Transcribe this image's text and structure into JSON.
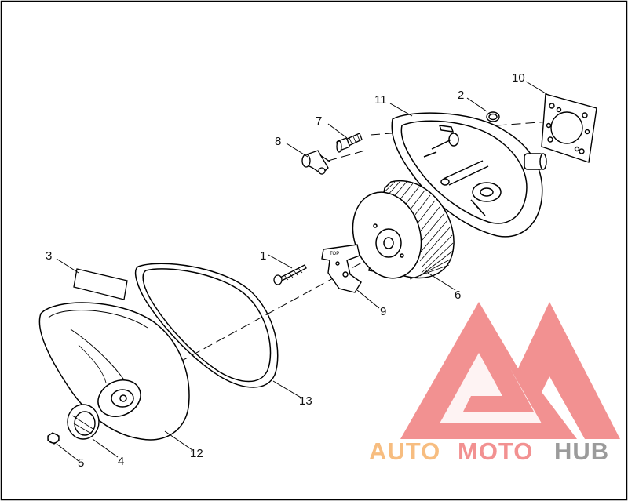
{
  "callouts": {
    "c1": "1",
    "c2": "2",
    "c3": "3",
    "c4": "4",
    "c5": "5",
    "c6": "6",
    "c7": "7",
    "c8": "8",
    "c9": "9",
    "c10": "10",
    "c11": "11",
    "c12": "12",
    "c13": "13"
  },
  "watermark": {
    "part1": "AUTO",
    "part2": "MOTO",
    "part3": "HUB",
    "colors": {
      "orange": "#f6b26b",
      "red": "#f07e7e",
      "gray": "#8a8a8a"
    }
  },
  "bracket_label": "TOP"
}
